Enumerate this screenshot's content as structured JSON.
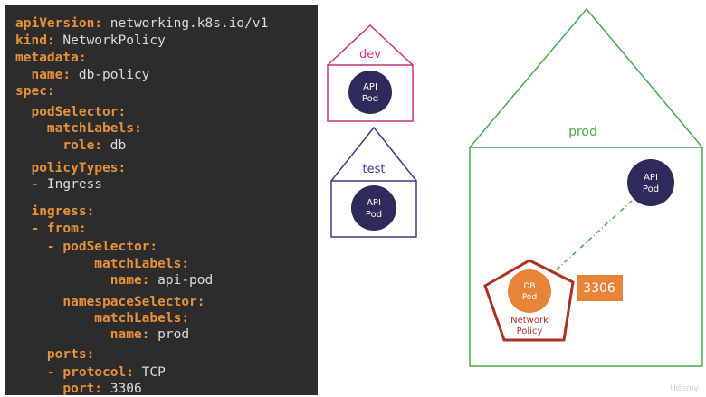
{
  "code": {
    "lines": [
      {
        "key": "apiVersion:",
        "val": " networking.k8s.io/v1"
      },
      {
        "key": "kind:",
        "val": " NetworkPolicy"
      },
      {
        "key": "metadata:",
        "val": ""
      },
      {
        "key": "  name:",
        "val": " db-policy"
      },
      {
        "key": "spec:",
        "val": ""
      },
      {
        "key": "  podSelector:",
        "val": ""
      },
      {
        "key": "    matchLabels:",
        "val": ""
      },
      {
        "key": "      role:",
        "val": " db"
      },
      {
        "key": "  policyTypes:",
        "val": ""
      },
      {
        "key": "",
        "val": "  - Ingress"
      },
      {
        "key": "  ingress:",
        "val": ""
      },
      {
        "key": "  - from:",
        "val": ""
      },
      {
        "key": "    - podSelector:",
        "val": ""
      },
      {
        "key": "          matchLabels:",
        "val": ""
      },
      {
        "key": "            name:",
        "val": " api-pod"
      },
      {
        "key": "      namespaceSelector:",
        "val": ""
      },
      {
        "key": "          matchLabels:",
        "val": ""
      },
      {
        "key": "            name:",
        "val": " prod"
      },
      {
        "key": "    ports:",
        "val": ""
      },
      {
        "key": "    - protocol:",
        "val": " TCP"
      },
      {
        "key": "      port:",
        "val": " 3306"
      }
    ]
  },
  "diagram": {
    "dev_label": "dev",
    "test_label": "test",
    "prod_label": "prod",
    "api_pod_line1": "API",
    "api_pod_line2": "Pod",
    "db_pod_line1": "DB",
    "db_pod_line2": "Pod",
    "policy_line1": "Network",
    "policy_line2": "Policy",
    "port_badge": "3306"
  },
  "watermark": "Udemy",
  "colors": {
    "dev": "#c4317a",
    "test": "#3f3a85",
    "prod": "#4aa64a",
    "pod": "#2f2a5c",
    "db": "#e8833a",
    "policy": "#a93224"
  }
}
